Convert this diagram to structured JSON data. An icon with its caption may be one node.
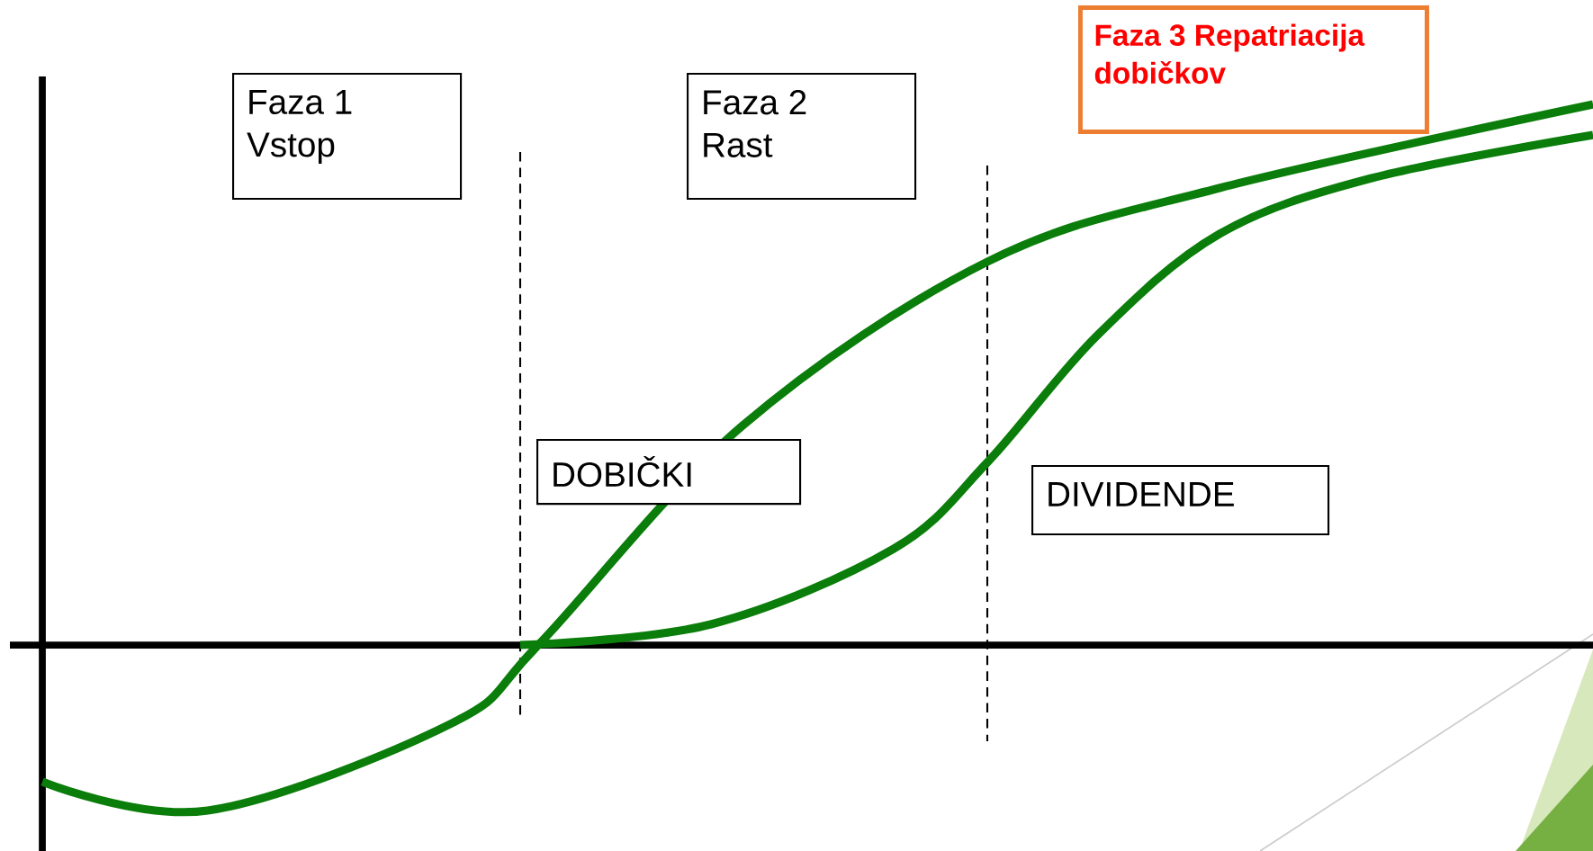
{
  "diagram": {
    "nodes": [
      {
        "text": [
          "Faza 1 Vstop"
        ]
      },
      {
        "text": [
          "Faza 2 Rast"
        ]
      },
      {
        "text": [
          "Faza 3 Repatriacija dobičkov"
        ]
      },
      {
        "text": [
          "DOBIČKI"
        ]
      },
      {
        "text": [
          "DIVIDENDE"
        ]
      }
    ]
  }
}
